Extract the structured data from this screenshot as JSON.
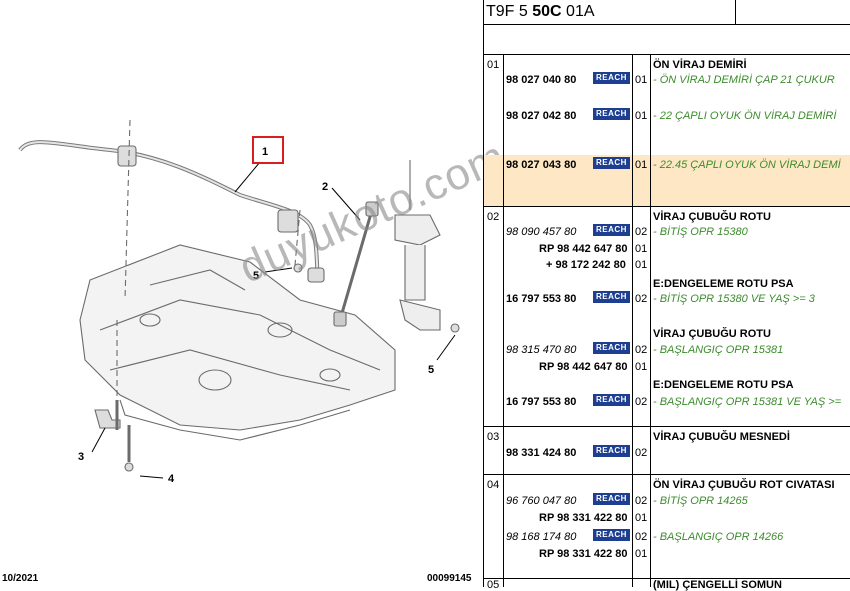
{
  "diagram": {
    "callouts": [
      "1",
      "2",
      "3",
      "4",
      "5",
      "5"
    ],
    "date": "10/2021",
    "code": "00099145",
    "watermark": "duyukoto.com"
  },
  "table": {
    "title_prefix": "T9F 5 ",
    "title_bold": "50C",
    "title_suffix": " 01A",
    "badge": "REACH",
    "groups": [
      {
        "num": "01"
      },
      {
        "num": "02"
      },
      {
        "num": "03"
      },
      {
        "num": "04"
      },
      {
        "num": "05"
      }
    ],
    "rows": [
      {
        "pn": "98 027 040 80",
        "qty": "01",
        "desc": "ÖN VİRAJ DEMİRİ",
        "desc2": "- ÖN VİRAJ DEMİRİ ÇAP 21 ÇUKUR"
      },
      {
        "pn": "98 027 042 80",
        "qty": "01",
        "desc2": "- 22 ÇAPLI OYUK ÖN VİRAJ DEMİRİ"
      },
      {
        "pn": "98 027 043 80",
        "qty": "01",
        "desc2": "- 22.45 ÇAPLI OYUK ÖN VİRAJ DEMİ"
      },
      {
        "pn": "98 090 457 80",
        "qty": "02",
        "desc": "VİRAJ ÇUBUĞU ROTU",
        "desc2": "- BİTİŞ OPR 15380"
      },
      {
        "pn": "RP 98 442 647 80",
        "qty": "01"
      },
      {
        "pn": "+ 98 172 242 80",
        "qty": "01"
      },
      {
        "pn": "16 797 553 80",
        "qty": "02",
        "desc": "E:DENGELEME ROTU PSA",
        "desc2": "- BİTİŞ OPR 15380 VE YAŞ >= 3"
      },
      {
        "pn": "98 315 470 80",
        "qty": "02",
        "desc": "VİRAJ ÇUBUĞU ROTU",
        "desc2": "- BAŞLANGIÇ OPR 15381"
      },
      {
        "pn": "RP 98 442 647 80",
        "qty": "01"
      },
      {
        "pn": "16 797 553 80",
        "qty": "02",
        "desc": "E:DENGELEME ROTU PSA",
        "desc2": "- BAŞLANGIÇ OPR 15381 VE YAŞ >="
      },
      {
        "pn": "98 331 424 80",
        "qty": "02",
        "desc": "VİRAJ ÇUBUĞU MESNEDİ"
      },
      {
        "pn": "96 760 047 80",
        "qty": "02",
        "desc": "ÖN VİRAJ ÇUBUĞU ROT CIVATASI",
        "desc2": "- BİTİŞ OPR 14265"
      },
      {
        "pn": "RP 98 331 422 80",
        "qty": "01"
      },
      {
        "pn": "98 168 174 80",
        "qty": "02",
        "desc2": "- BAŞLANGIÇ OPR 14266"
      },
      {
        "pn": "RP 98 331 422 80",
        "qty": "01"
      },
      {
        "desc": "(MIL) ÇENGELLİ SOMUN"
      }
    ]
  }
}
